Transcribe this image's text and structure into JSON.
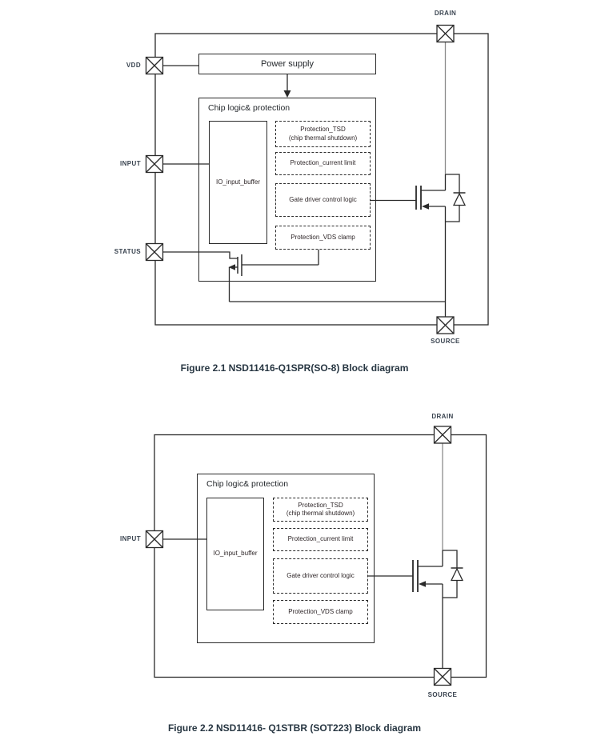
{
  "colors": {
    "line": "#2a2a2a",
    "drain_wire_gray": "#8c8c8c",
    "pin_label": "#3a4450",
    "caption_text": "#273642",
    "block_text": "#2d2527",
    "background": "#ffffff"
  },
  "figure1": {
    "caption": "Figure 2.1 NSD11416-Q1SPR(SO-8) Block diagram",
    "pins": {
      "vdd": "VDD",
      "input": "INPUT",
      "status": "STATUS",
      "drain": "DRAIN",
      "source": "SOURCE"
    },
    "blocks": {
      "power_supply": "Power supply",
      "chip_logic": "Chip logic& protection",
      "io_input_buffer": "IO_input_buffer",
      "protection_tsd": "Protection_TSD",
      "protection_tsd_sub": "(chip thermal shutdown)",
      "protection_current_limit": "Protection_current limit",
      "gate_driver": "Gate driver control logic",
      "protection_vds_clamp": "Protection_VDS clamp"
    }
  },
  "figure2": {
    "caption": "Figure 2.2 NSD11416- Q1STBR (SOT223) Block diagram",
    "pins": {
      "input": "INPUT",
      "drain": "DRAIN",
      "source": "SOURCE"
    },
    "blocks": {
      "chip_logic": "Chip logic& protection",
      "io_input_buffer": "IO_input_buffer",
      "protection_tsd": "Protection_TSD",
      "protection_tsd_sub": "(chip thermal shutdown)",
      "protection_current_limit": "Protection_current limit",
      "gate_driver": "Gate driver control logic",
      "protection_vds_clamp": "Protection_VDS clamp"
    }
  }
}
